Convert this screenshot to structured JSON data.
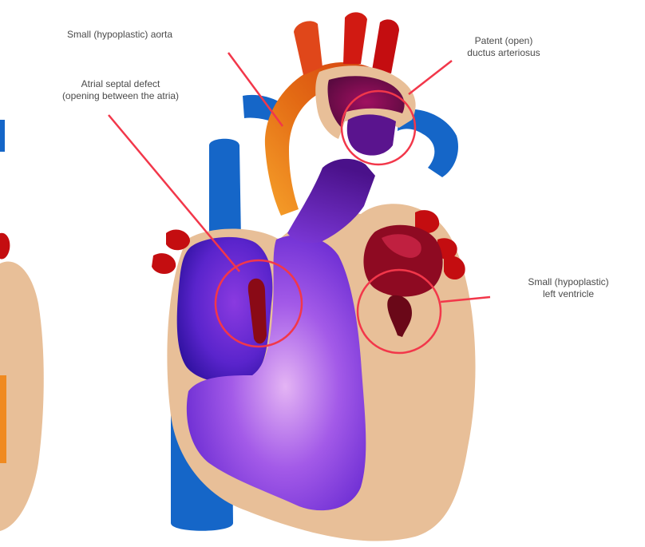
{
  "diagram": {
    "labels": {
      "small_aorta": "Small (hypoplastic) aorta",
      "patent_ductus_line1": "Patent (open)",
      "patent_ductus_line2": "ductus arteriosus",
      "asd_line1": "Atrial septal defect",
      "asd_line2": "(opening between the atria)",
      "small_lv_line1": "Small (hypoplastic)",
      "small_lv_line2": "left ventricle"
    },
    "colors": {
      "tissue": "#e8bf98",
      "oxygen_poor_blue": "#1566c8",
      "mixed_purple": "#7d3fe0",
      "oxygen_rich_red": "#c40d10",
      "aorta_orange": "#e8731a",
      "callout_red": "#f2374a"
    }
  }
}
